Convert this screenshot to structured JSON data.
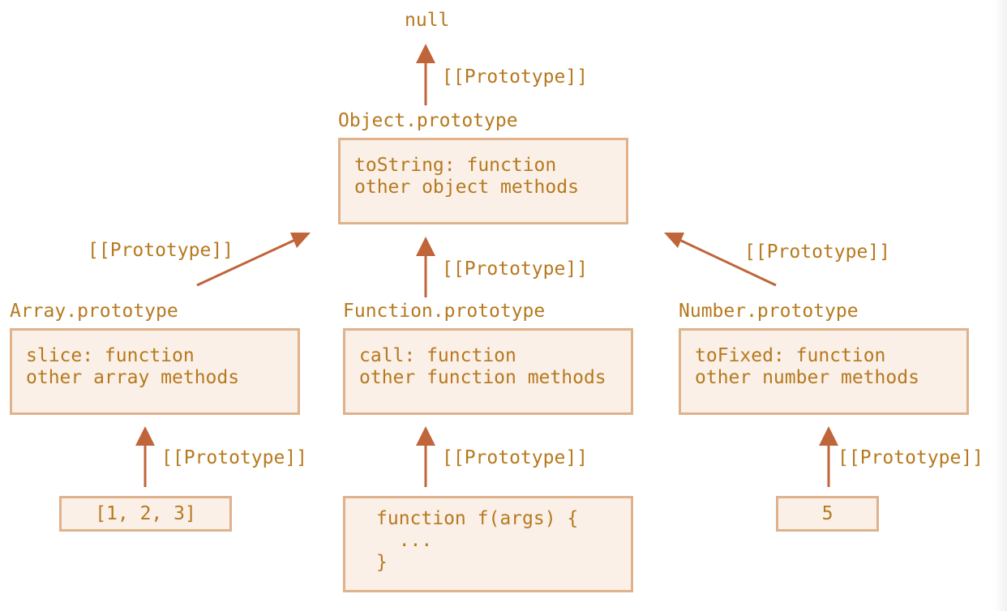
{
  "colors": {
    "text": "#b6791e",
    "arrow": "#c0643a",
    "box_fill": "#fbf0e8",
    "box_border": "#dfb28c"
  },
  "null_label": "null",
  "proto_label": "[[Prototype]]",
  "object_prototype": {
    "title": "Object.prototype",
    "lines": [
      "toString: function",
      "other object methods"
    ]
  },
  "array_prototype": {
    "title": "Array.prototype",
    "lines": [
      "slice: function",
      "other array methods"
    ]
  },
  "function_prototype": {
    "title": "Function.prototype",
    "lines": [
      "call: function",
      "other function methods"
    ]
  },
  "number_prototype": {
    "title": "Number.prototype",
    "lines": [
      "toFixed: function",
      "other number methods"
    ]
  },
  "array_instance": {
    "text": "[1, 2, 3]"
  },
  "function_instance": {
    "lines": [
      "function f(args) {",
      "  ...",
      "}"
    ]
  },
  "number_instance": {
    "text": "5"
  }
}
